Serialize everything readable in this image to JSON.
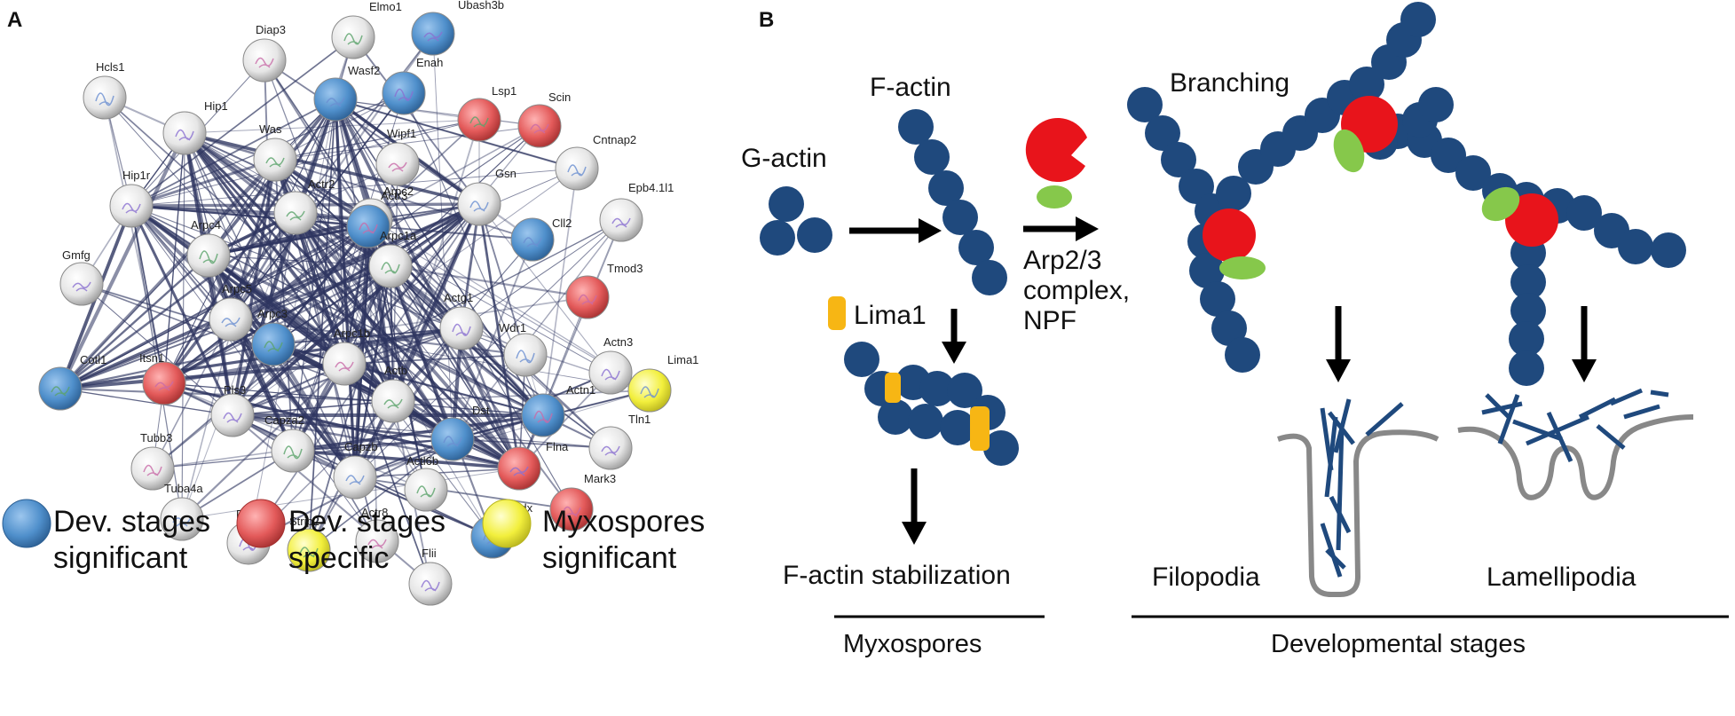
{
  "panels": {
    "a": "A",
    "b": "B"
  },
  "network": {
    "nodes": [
      {
        "id": "Ubash3b",
        "color": "blue"
      },
      {
        "id": "Elmo1",
        "color": "white"
      },
      {
        "id": "Diap3",
        "color": "white"
      },
      {
        "id": "Wasf2",
        "color": "blue"
      },
      {
        "id": "Enah",
        "color": "blue"
      },
      {
        "id": "Lsp1",
        "color": "red"
      },
      {
        "id": "Scin",
        "color": "red"
      },
      {
        "id": "Hcls1",
        "color": "white"
      },
      {
        "id": "Hip1",
        "color": "white"
      },
      {
        "id": "Was",
        "color": "white"
      },
      {
        "id": "Wipf1",
        "color": "white"
      },
      {
        "id": "Cntnap2",
        "color": "white"
      },
      {
        "id": "Hip1r",
        "color": "white"
      },
      {
        "id": "Actr2",
        "color": "white"
      },
      {
        "id": "Arpc2",
        "color": "white"
      },
      {
        "id": "Gsn",
        "color": "white"
      },
      {
        "id": "Epb4.1l1",
        "color": "white"
      },
      {
        "id": "Arpc4",
        "color": "white"
      },
      {
        "id": "Actr3",
        "color": "blue"
      },
      {
        "id": "Cll2",
        "color": "blue"
      },
      {
        "id": "Gmfg",
        "color": "white"
      },
      {
        "id": "Arpc1a",
        "color": "white"
      },
      {
        "id": "Tmod3",
        "color": "red"
      },
      {
        "id": "Arpc5",
        "color": "white"
      },
      {
        "id": "Actg1",
        "color": "white"
      },
      {
        "id": "Arpc3",
        "color": "blue"
      },
      {
        "id": "Arpc1b",
        "color": "white"
      },
      {
        "id": "Wdr1",
        "color": "white"
      },
      {
        "id": "Actn3",
        "color": "white"
      },
      {
        "id": "Cotl1",
        "color": "blue"
      },
      {
        "id": "Itsn1",
        "color": "red"
      },
      {
        "id": "Lima1",
        "color": "yellow"
      },
      {
        "id": "Pls3",
        "color": "white"
      },
      {
        "id": "Actb",
        "color": "white"
      },
      {
        "id": "Actn1",
        "color": "blue"
      },
      {
        "id": "Dst",
        "color": "blue"
      },
      {
        "id": "Tln1",
        "color": "white"
      },
      {
        "id": "Capza2",
        "color": "white"
      },
      {
        "id": "Tubb3",
        "color": "white"
      },
      {
        "id": "Capzb",
        "color": "white"
      },
      {
        "id": "Flna",
        "color": "red"
      },
      {
        "id": "Actl6b",
        "color": "white"
      },
      {
        "id": "Mark3",
        "color": "red"
      },
      {
        "id": "Tuba4a",
        "color": "white"
      },
      {
        "id": "Dctn2",
        "color": "white"
      },
      {
        "id": "Strip2",
        "color": "yellow"
      },
      {
        "id": "Actr8",
        "color": "white"
      },
      {
        "id": "Rdx",
        "color": "blue"
      },
      {
        "id": "Flii",
        "color": "white"
      }
    ]
  },
  "legend": [
    {
      "line1": "Dev. stages",
      "line2": "significant",
      "color": "blue"
    },
    {
      "line1": "Dev. stages",
      "line2": "specific",
      "color": "red"
    },
    {
      "line1": "Myxospores",
      "line2": "significant",
      "color": "yellow"
    }
  ],
  "colors": {
    "blue": "#4f8fcb",
    "red": "#e35a5a",
    "yellow": "#f2ef3c",
    "white": "#ececec",
    "actin": "#1f497d",
    "arp": "#e8141b",
    "npf": "#86c84b",
    "lima": "#f7b614",
    "membrane": "#888888",
    "edge": "#2e3560"
  },
  "diagram": {
    "g_actin": "G-actin",
    "f_actin": "F-actin",
    "branching": "Branching",
    "lima1": "Lima1",
    "arp_line1": "Arp2/3",
    "arp_line2": "complex,",
    "arp_line3": "NPF",
    "stabilization": "F-actin stabilization",
    "filopodia": "Filopodia",
    "lamellipodia": "Lamellipodia",
    "myxospores": "Myxospores",
    "developmental": "Developmental stages"
  }
}
